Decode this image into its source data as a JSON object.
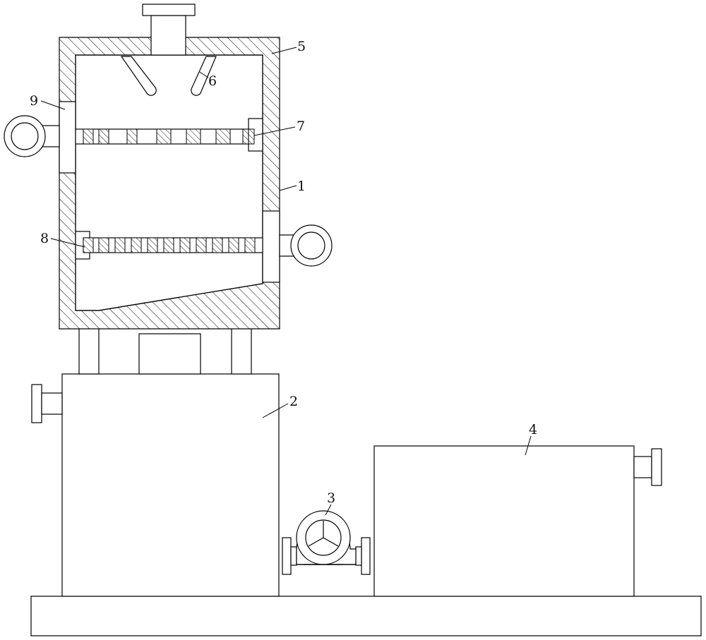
{
  "labels": {
    "n1": "1",
    "n2": "2",
    "n3": "3",
    "n4": "4",
    "n5": "5",
    "n6": "6",
    "n7": "7",
    "n8": "8",
    "n9": "9"
  },
  "colors": {
    "line": "#000000",
    "background": "#ffffff"
  }
}
